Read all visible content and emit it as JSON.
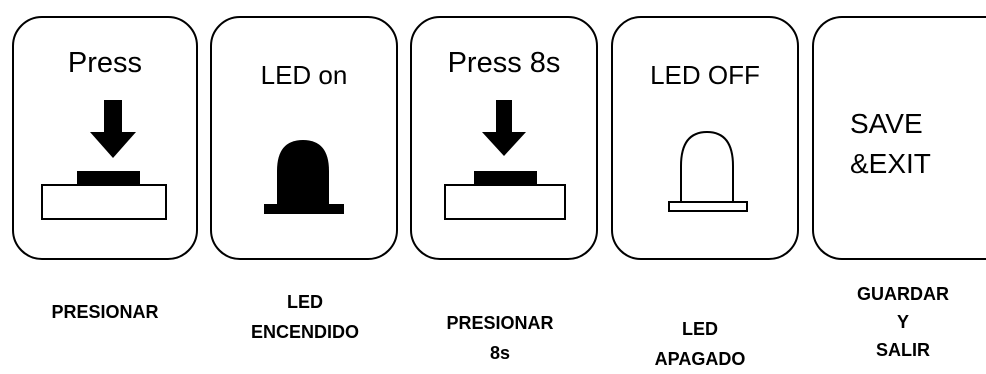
{
  "cards": [
    {
      "title": "Press",
      "icon": "press-button-icon"
    },
    {
      "title": "LED on",
      "icon": "led-on-icon"
    },
    {
      "title": "Press 8s",
      "icon": "press-button-icon"
    },
    {
      "title": "LED OFF",
      "icon": "led-off-icon"
    },
    {
      "title_lines": [
        "SAVE",
        "&EXIT"
      ]
    }
  ],
  "captions": [
    {
      "lines": [
        "PRESIONAR"
      ]
    },
    {
      "lines": [
        "LED",
        "ENCENDIDO"
      ]
    },
    {
      "lines": [
        "PRESIONAR",
        "8s"
      ]
    },
    {
      "lines": [
        "LED",
        "APAGADO"
      ]
    },
    {
      "lines": [
        "GUARDAR",
        "Y",
        "SALIR"
      ]
    }
  ],
  "colors": {
    "stroke": "#000000",
    "background": "#ffffff"
  }
}
